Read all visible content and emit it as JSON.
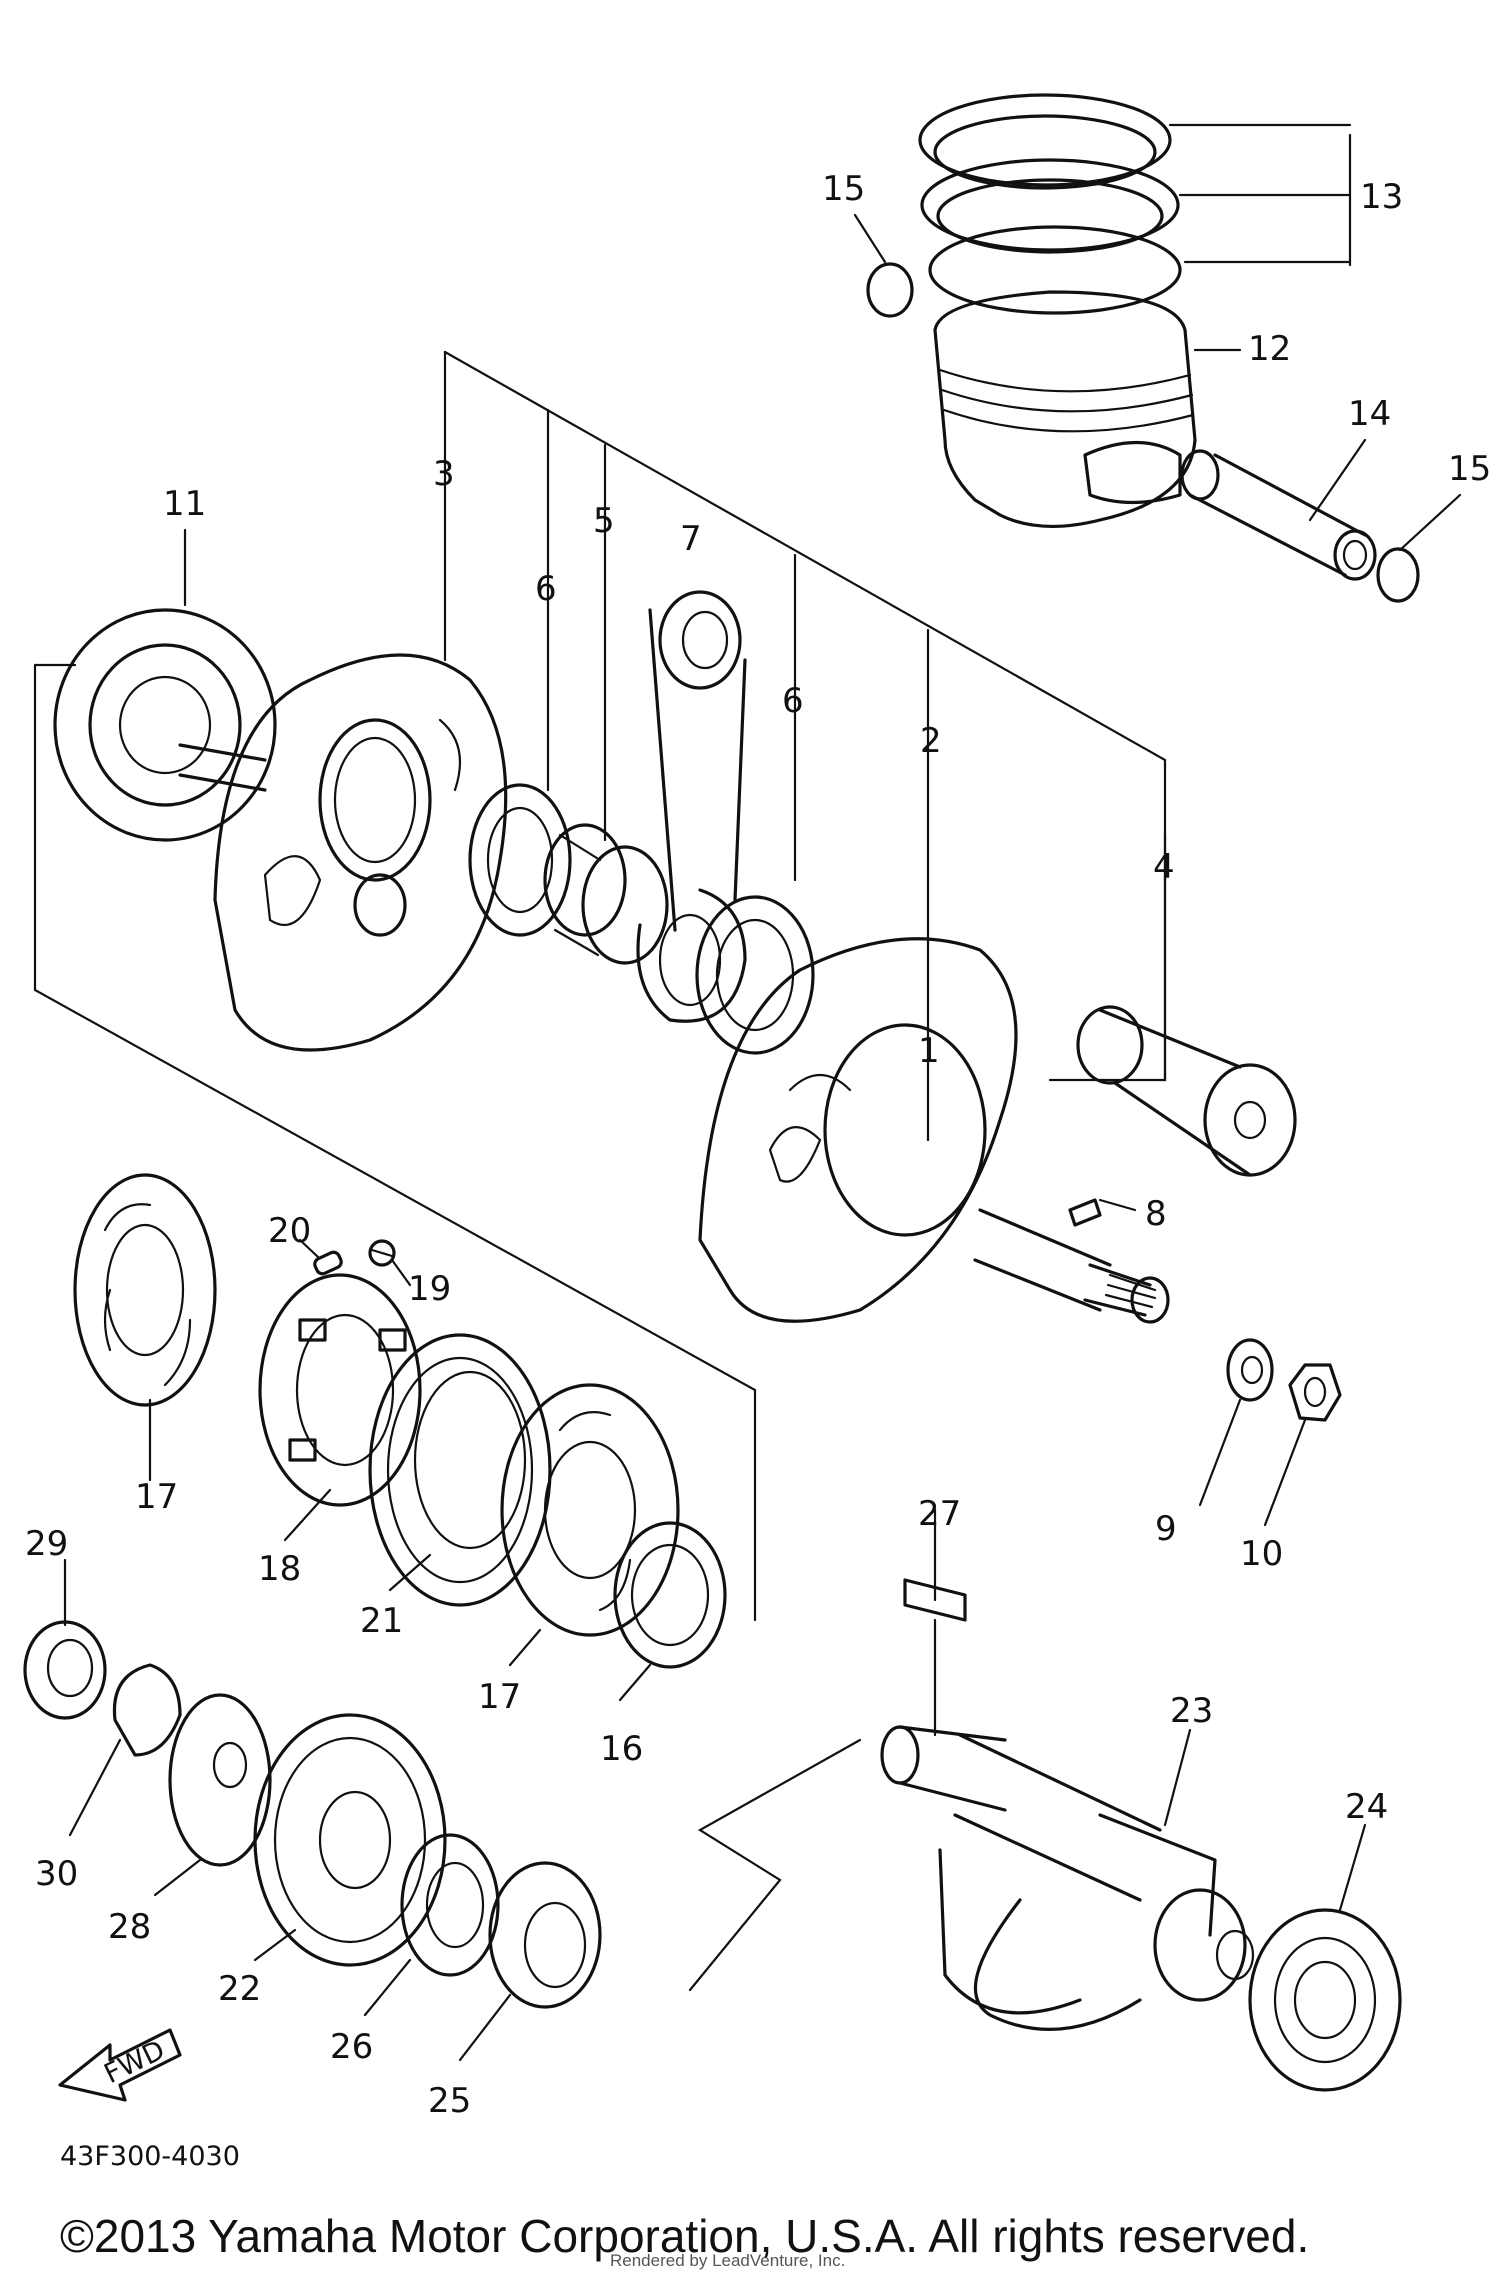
{
  "diagram": {
    "callouts": [
      {
        "id": "c1",
        "label": "1"
      },
      {
        "id": "c2",
        "label": "2"
      },
      {
        "id": "c3",
        "label": "3"
      },
      {
        "id": "c4",
        "label": "4"
      },
      {
        "id": "c5",
        "label": "5"
      },
      {
        "id": "c6a",
        "label": "6"
      },
      {
        "id": "c6b",
        "label": "6"
      },
      {
        "id": "c7",
        "label": "7"
      },
      {
        "id": "c8",
        "label": "8"
      },
      {
        "id": "c9",
        "label": "9"
      },
      {
        "id": "c10",
        "label": "10"
      },
      {
        "id": "c11",
        "label": "11"
      },
      {
        "id": "c12",
        "label": "12"
      },
      {
        "id": "c13",
        "label": "13"
      },
      {
        "id": "c14",
        "label": "14"
      },
      {
        "id": "c15a",
        "label": "15"
      },
      {
        "id": "c15b",
        "label": "15"
      },
      {
        "id": "c16",
        "label": "16"
      },
      {
        "id": "c17a",
        "label": "17"
      },
      {
        "id": "c17b",
        "label": "17"
      },
      {
        "id": "c18",
        "label": "18"
      },
      {
        "id": "c19",
        "label": "19"
      },
      {
        "id": "c20",
        "label": "20"
      },
      {
        "id": "c21",
        "label": "21"
      },
      {
        "id": "c22",
        "label": "22"
      },
      {
        "id": "c23",
        "label": "23"
      },
      {
        "id": "c24",
        "label": "24"
      },
      {
        "id": "c25",
        "label": "25"
      },
      {
        "id": "c26",
        "label": "26"
      },
      {
        "id": "c27",
        "label": "27"
      },
      {
        "id": "c28",
        "label": "28"
      },
      {
        "id": "c29",
        "label": "29"
      },
      {
        "id": "c30",
        "label": "30"
      }
    ],
    "fwd_label": "FWD",
    "ref_code": "43F300-4030",
    "copyright": "©2013 Yamaha Motor Corporation, U.S.A. All rights reserved.",
    "watermark": "Rendered by LeadVenture, Inc."
  },
  "colors": {
    "ink": "#111111",
    "background": "#ffffff"
  }
}
